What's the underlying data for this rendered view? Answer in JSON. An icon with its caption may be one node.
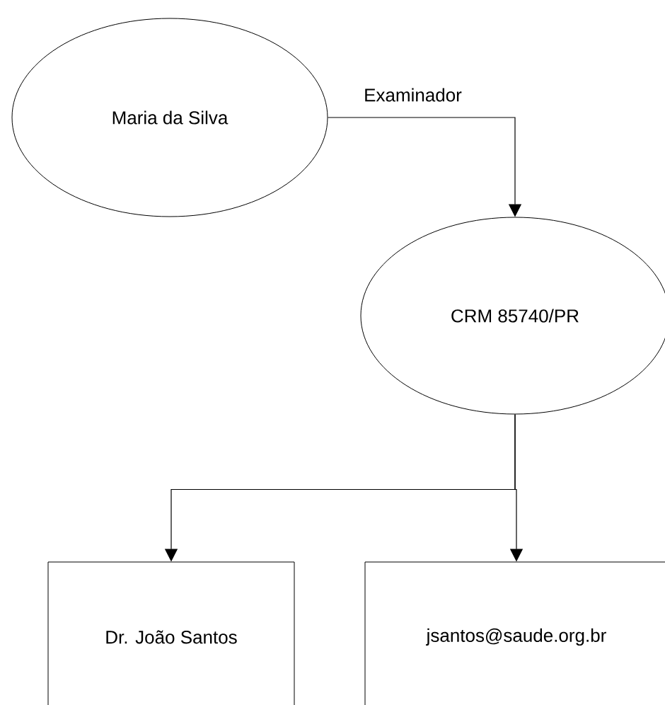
{
  "diagram": {
    "nodes": [
      {
        "text": [
          "Maria da Silva"
        ]
      },
      {
        "text": [
          "CRM 85740/PR"
        ]
      },
      {
        "text": [
          "Dr. João Santos"
        ]
      },
      {
        "text": [
          "jsantos@saude.org.br"
        ]
      }
    ],
    "edges": [
      {
        "from": 0,
        "to": 1,
        "arrow": "to",
        "label": "Examinador"
      },
      {
        "from": 1,
        "to": 2,
        "arrow": "to"
      },
      {
        "from": 1,
        "to": 3,
        "arrow": "to"
      }
    ]
  }
}
